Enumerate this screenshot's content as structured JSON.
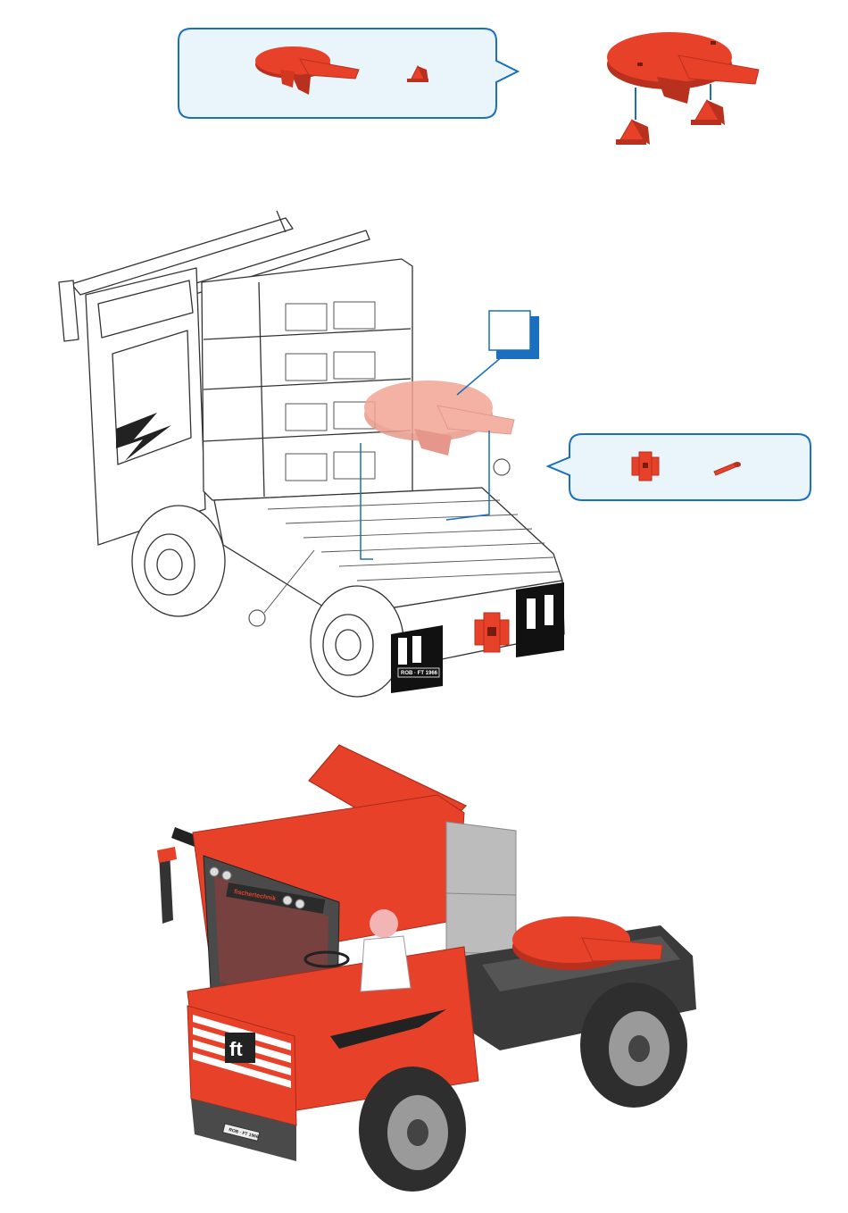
{
  "colors": {
    "accent_blue": "#1a6fbf",
    "callout_bg": "#eaf5fb",
    "part_red": "#e8412a",
    "part_red_dark": "#b8301e",
    "ghost_red": "#f3a595",
    "truck_red": "#e8412a",
    "line_grey": "#333333"
  },
  "top_callout": {
    "parts": [
      {
        "icon": "fifth-wheel-plate-icon",
        "quantity": ""
      },
      {
        "icon": "wedge-bracket-icon",
        "quantity": ""
      }
    ]
  },
  "right_callout": {
    "parts": [
      {
        "icon": "cross-block-icon",
        "quantity": ""
      },
      {
        "icon": "red-pin-icon",
        "quantity": ""
      }
    ]
  },
  "step_box": {
    "number": ""
  },
  "markers": [
    {
      "label": ""
    },
    {
      "label": ""
    }
  ],
  "truck_line": {
    "plate_text": "ROB · FT 1966"
  },
  "truck_color": {
    "plate_text": "ROB · FT 1966",
    "logo_text": "ft",
    "brand_banner": "fischertechnik"
  }
}
